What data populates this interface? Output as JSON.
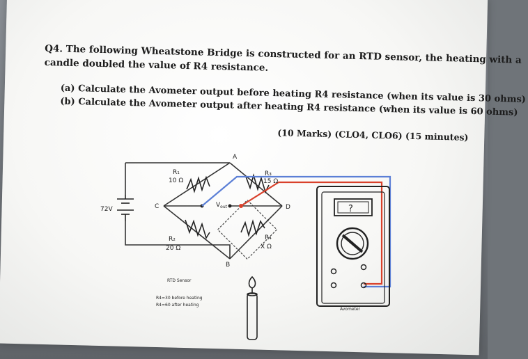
{
  "question": {
    "line1": "Q4. The following Wheatstone Bridge is constructed for an RTD sensor, the heating with a",
    "line2": "candle doubled the value of R4 resistance.",
    "part_a": "(a) Calculate the Avometer output before heating R4 resistance (when its value is 30 ohms)",
    "part_b": "(b) Calculate the Avometer output after heating R4 resistance (when its value is 60 ohms)",
    "marks": "(10 Marks) (CLO4, CLO6) (15 minutes)"
  },
  "circuit": {
    "node_a": "A",
    "node_b": "B",
    "node_c": "C",
    "node_d": "D",
    "r1_label": "R₁",
    "r1_value": "10 Ω",
    "r2_label": "R₂",
    "r2_value": "20 Ω",
    "r3_label": "R₃",
    "r3_value": "15 Ω",
    "r4_label": "R₄",
    "r4_value": "X Ω",
    "supply": "72V",
    "vout": "V",
    "vout_sub": "out",
    "rtd_label": "RTD Sensor",
    "note1": "R4=30 before heating",
    "note2": "R4=60 after heating",
    "meter_display": "?",
    "meter_label": "Avometer"
  },
  "colors": {
    "wire": "#333333",
    "probe_red": "#d9412b",
    "probe_blue": "#5b7fd6",
    "paper": "#f7f7f5"
  }
}
